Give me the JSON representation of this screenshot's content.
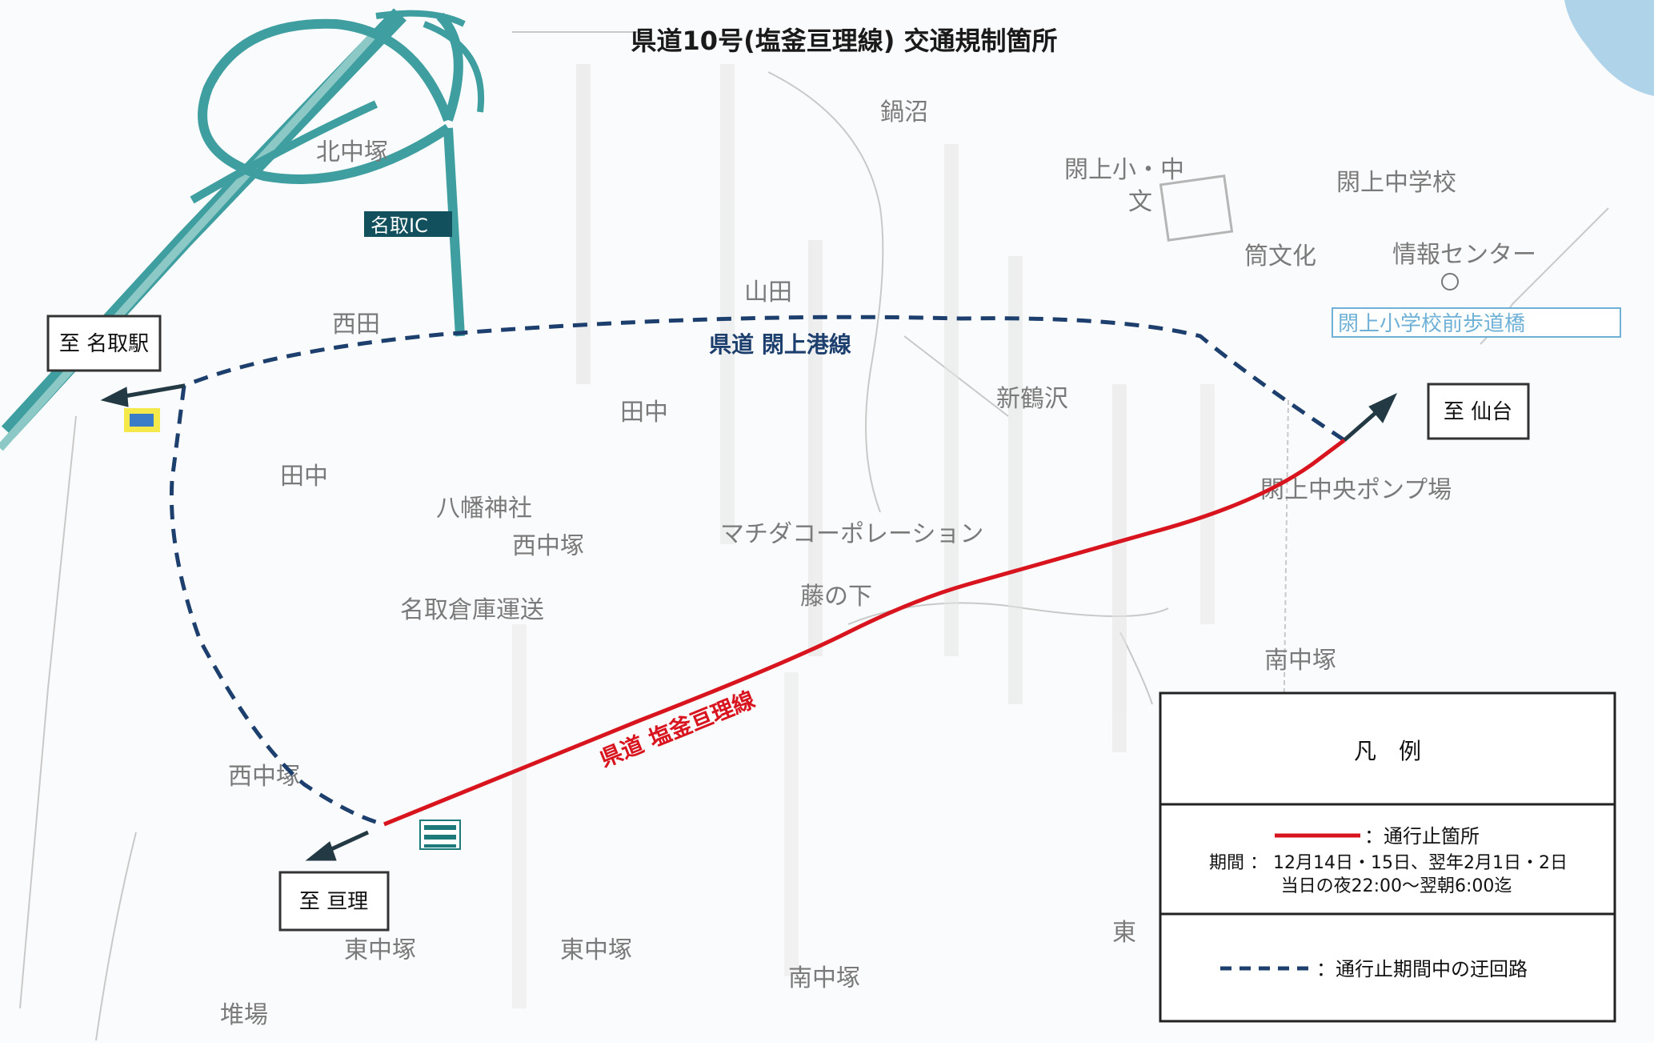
{
  "title": "県道10号(塩釜亘理線) 交通規制箇所",
  "colors": {
    "closure_line": "#d8141e",
    "detour_line": "#1d3f6e",
    "arrow": "#233a44",
    "interchange": "#3f9ea0"
  },
  "direction_labels": {
    "natori_station": "至 名取駅",
    "sendai": "至 仙台",
    "watari": "至 亘理"
  },
  "route_labels": {
    "closure_road": "県道 塩釜亘理線",
    "detour_road": "県道 閖上港線"
  },
  "map_labels": {
    "natori_ic": "名取IC",
    "kitanakazuka": "北中塚",
    "yuriage_school": "閖上小・中",
    "bun": "文",
    "nagami": "鍋沼",
    "machida_corp": "マチダコーポレーション",
    "natori_transport": "名取倉庫運送",
    "yuriage_pump": "閖上中央ポンプ場",
    "shinkawa": "新鶴沢",
    "tanaka": "田中",
    "shrine": "八幡神社",
    "nishinaka": "西中塚",
    "higashinaka": "東中塚",
    "minami_nakazuka": "南中塚",
    "fujinoshita": "藤の下",
    "garbage_site": "堆場",
    "yuriage_bridge": "閖上小学校前歩道橋",
    "funayama": "筒文化",
    "info_center": "情報センター",
    "nishida": "西田",
    "yamada": "山田",
    "yuriage_chugakko": "閖上中学校",
    "higashi": "東"
  },
  "legend": {
    "title": "凡　例",
    "closure_label": "：通行止箇所",
    "period_label": "期間 ： 12月14日・15日、翌年2月1日・2日",
    "period_time": "当日の夜22:00～翌朝6:00迄",
    "detour_label": "：通行止期間中の迂回路"
  }
}
